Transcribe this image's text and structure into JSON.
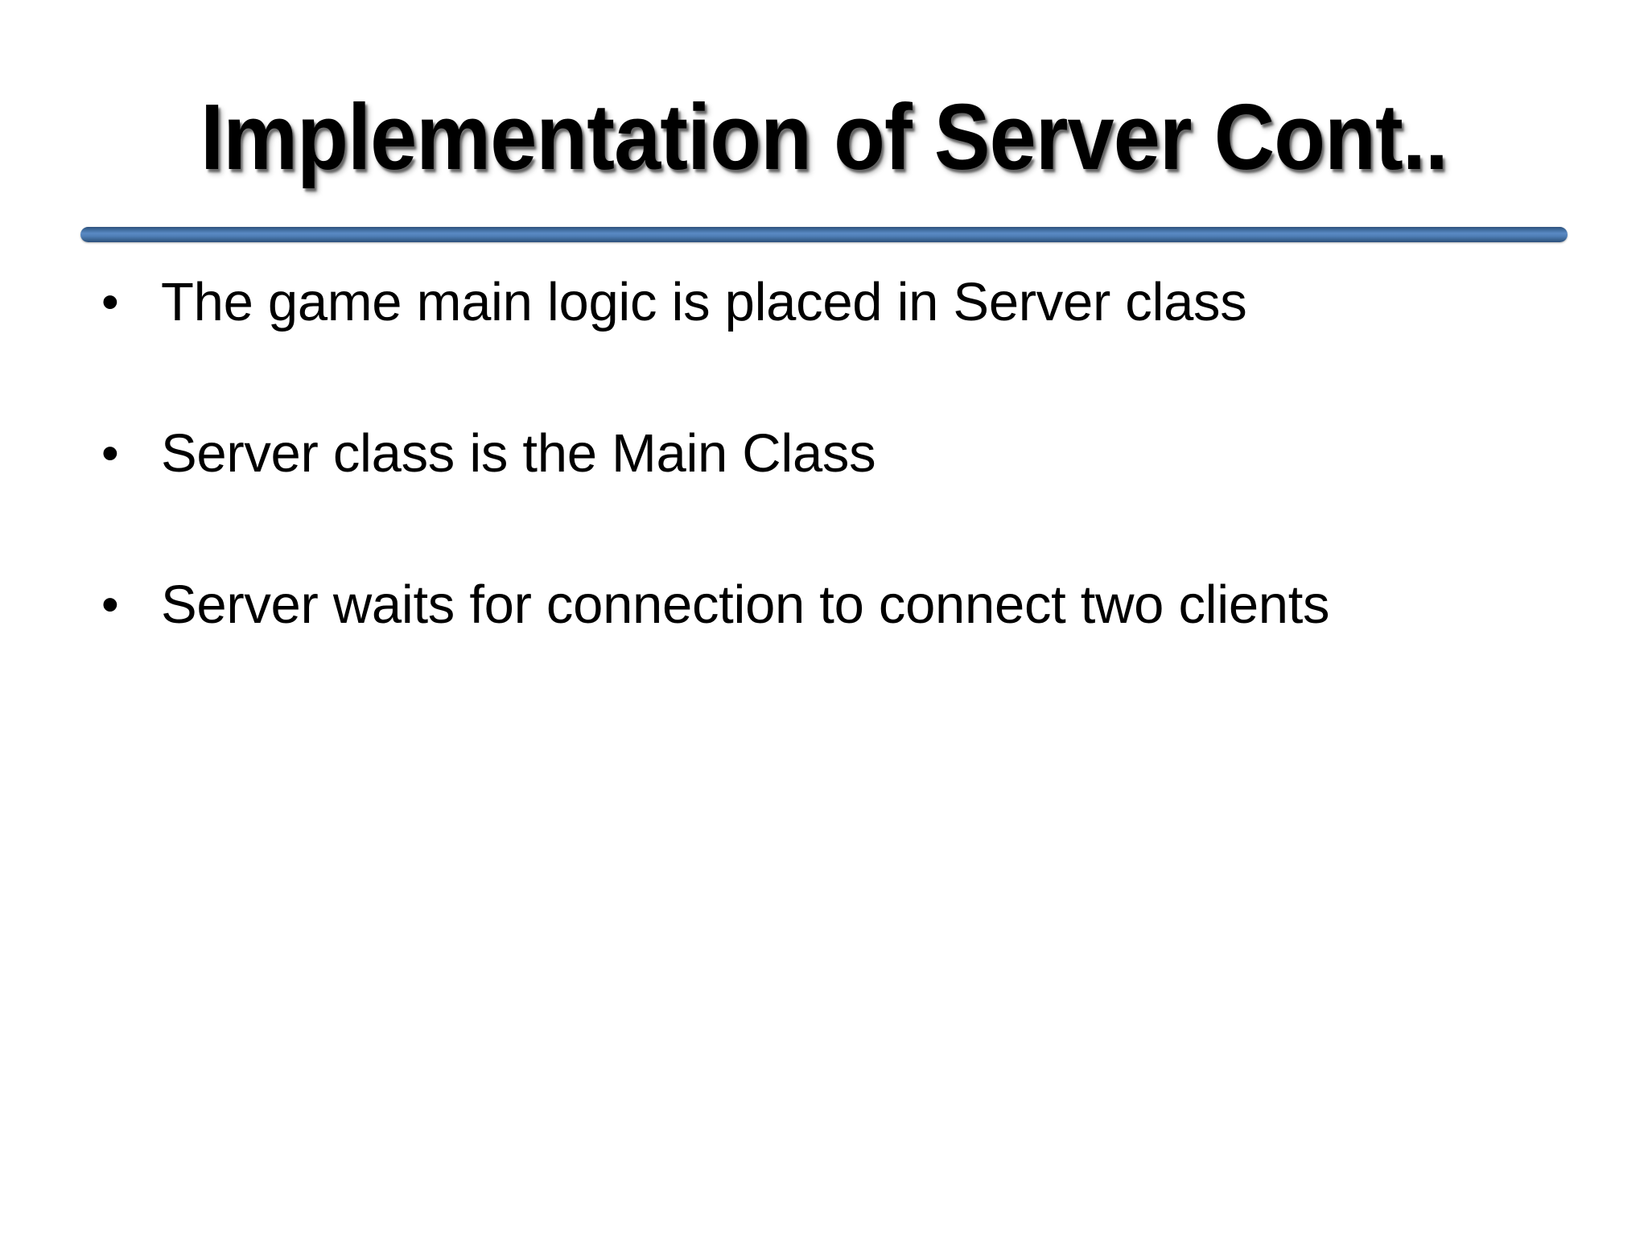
{
  "slide": {
    "title": "Implementation of Server Cont..",
    "background_color": "#ffffff",
    "title_color": "#000000",
    "divider_color": "#4e7db5",
    "body_text_color": "#000000",
    "bullet_glyph": "•",
    "bullets": [
      {
        "text": "The game main logic is placed in Server class"
      },
      {
        "text": "Server class is the Main Class"
      },
      {
        "text": "Server waits for connection to connect two clients"
      }
    ]
  }
}
